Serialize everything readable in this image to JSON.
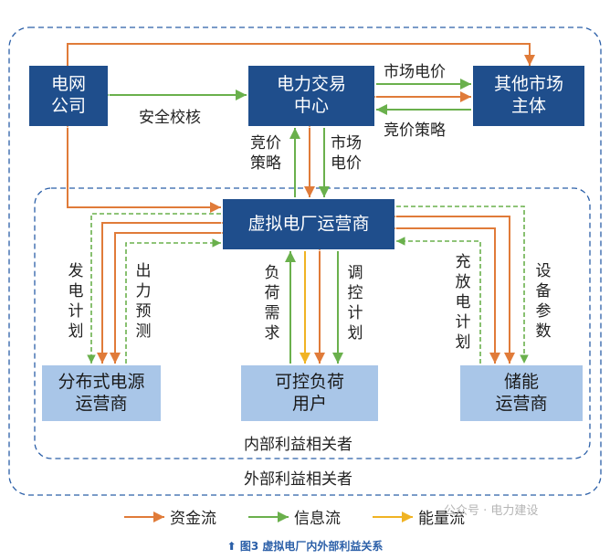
{
  "boxes": {
    "grid": "电网\n公司",
    "exchange": "电力交易\n中心",
    "market": "其他市场\n主体",
    "vpp": "虚拟电厂运营商",
    "dist": "分布式电源\n运营商",
    "load": "可控负荷\n用户",
    "storage": "储能\n运营商"
  },
  "labels": {
    "security": "安全校核",
    "market_price": "市场电价",
    "bid_strategy_right": "竞价策略",
    "bid_strategy_vert": "竞价策略",
    "market_price_vert": "市场电价",
    "gen_plan": "发电计划",
    "output_forecast": "出力预测",
    "load_demand": "负荷需求",
    "control_plan": "调控计划",
    "charge_plan": "充放电计划",
    "device_params": "设备参数",
    "internal": "内部利益相关者",
    "external": "外部利益相关者"
  },
  "legend": {
    "fund": "资金流",
    "info": "信息流",
    "energy": "能量流"
  },
  "colors": {
    "fund": "#e07b39",
    "info": "#6ab04c",
    "energy": "#f0b323",
    "dark_box": "#1f4e8c",
    "light_box": "#a9c6e8",
    "dash": "#2b5fa8"
  },
  "watermark": "公众号 · 电力建设",
  "caption": "图3  虚拟电厂内外部利益关系"
}
